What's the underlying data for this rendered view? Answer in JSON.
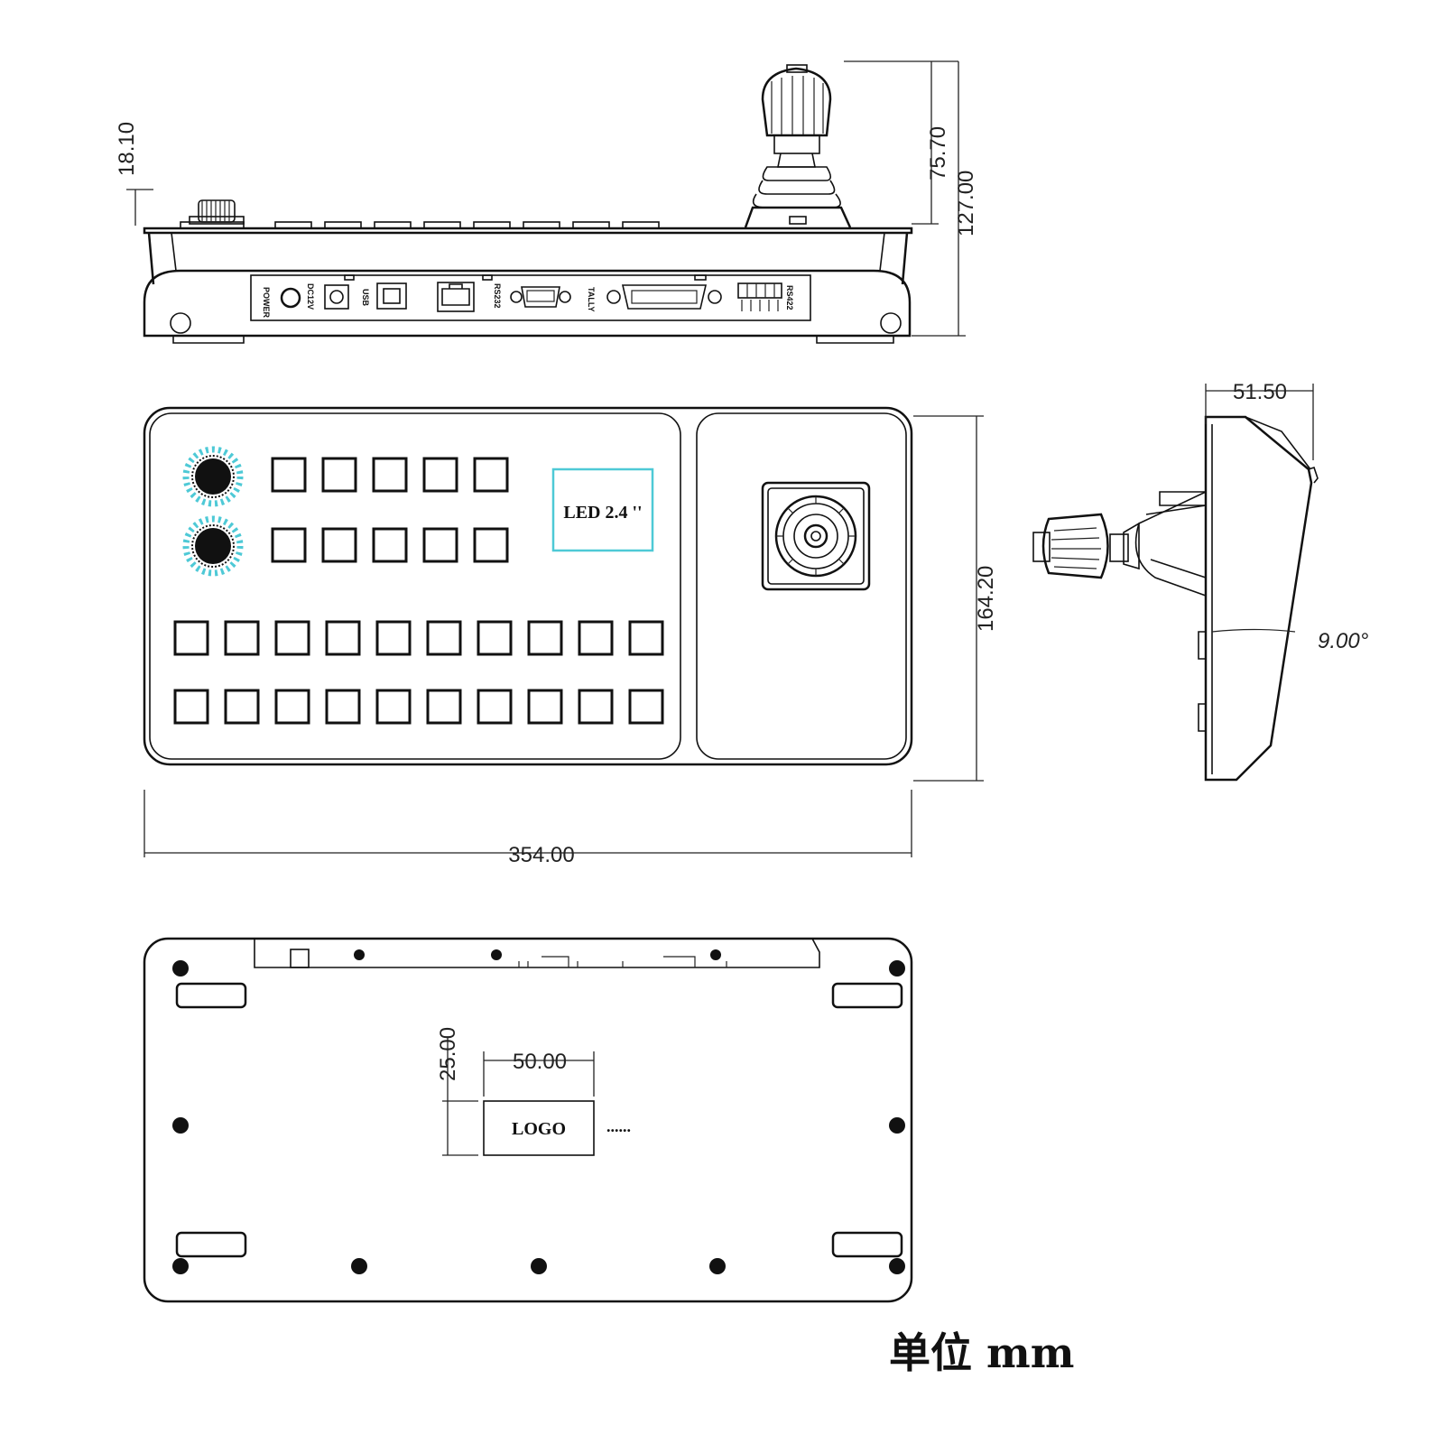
{
  "dimensions": {
    "knob_height": "18.10",
    "joystick_height": "75.70",
    "total_height": "127.00",
    "depth": "51.50",
    "tilt_angle": "9.00°",
    "panel_height": "164.20",
    "width": "354.00",
    "logo_width": "50.00",
    "logo_height": "25.00"
  },
  "ports": {
    "power": "POWER",
    "dc": "DC12V",
    "usb": "USB",
    "rs232": "RS232",
    "tally": "TALLY",
    "rs422": "RS422"
  },
  "screen_label": "LED 2.4 ''",
  "logo_label": "LOGO",
  "logo_ellipsis": "......",
  "unit_label": "单位 mm",
  "colors": {
    "outline": "#111111",
    "knob_ring": "#4ec9d6"
  },
  "key_rows": {
    "top_rows": 2,
    "top_cols": 5,
    "bottom_rows": 2,
    "bottom_cols": 10
  }
}
